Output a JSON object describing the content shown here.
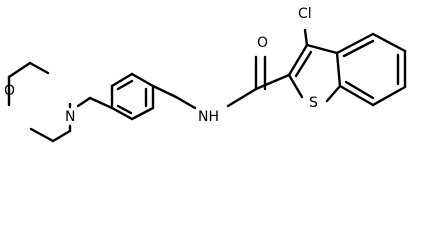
{
  "molecule": {
    "atom_labels": {
      "oxygen_ring": "O",
      "nitrogen_ring": "N",
      "amide_nh": "NH",
      "carbonyl_oxygen": "O",
      "chlorine": "Cl",
      "sulfur": "S"
    },
    "colors": {
      "bond": "#000000",
      "label": "#000000",
      "background": "#ffffff"
    }
  }
}
